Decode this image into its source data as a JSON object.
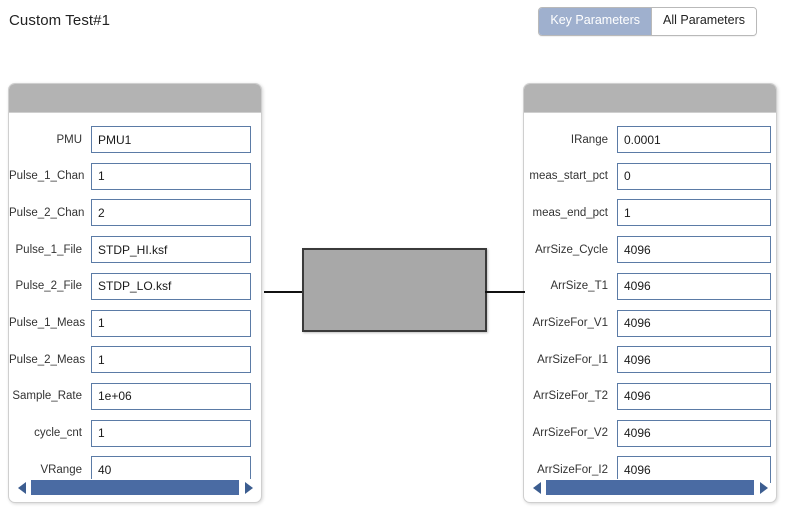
{
  "header": {
    "title": "Custom Test#1",
    "toggle": {
      "options": [
        {
          "label": "Key Parameters",
          "selected": true
        },
        {
          "label": "All Parameters",
          "selected": false
        }
      ]
    }
  },
  "left_panel": {
    "rows": [
      {
        "label": "PMU",
        "value": "PMU1"
      },
      {
        "label": "Pulse_1_Chan",
        "value": "1"
      },
      {
        "label": "Pulse_2_Chan",
        "value": "2"
      },
      {
        "label": "Pulse_1_File",
        "value": "STDP_HI.ksf"
      },
      {
        "label": "Pulse_2_File",
        "value": "STDP_LO.ksf"
      },
      {
        "label": "Pulse_1_Meas",
        "value": "1"
      },
      {
        "label": "Pulse_2_Meas",
        "value": "1"
      },
      {
        "label": "Sample_Rate",
        "value": "1e+06"
      },
      {
        "label": "cycle_cnt",
        "value": "1"
      },
      {
        "label": "VRange",
        "value": "40"
      }
    ],
    "scrollbar": {
      "left_arrow": "scroll-left-icon",
      "right_arrow": "scroll-right-icon"
    }
  },
  "right_panel": {
    "rows": [
      {
        "label": "IRange",
        "value": "0.0001"
      },
      {
        "label": "meas_start_pct",
        "value": "0"
      },
      {
        "label": "meas_end_pct",
        "value": "1"
      },
      {
        "label": "ArrSize_Cycle",
        "value": "4096"
      },
      {
        "label": "ArrSize_T1",
        "value": "4096"
      },
      {
        "label": "ArrSizeFor_V1",
        "value": "4096"
      },
      {
        "label": "ArrSizeFor_I1",
        "value": "4096"
      },
      {
        "label": "ArrSizeFor_T2",
        "value": "4096"
      },
      {
        "label": "ArrSizeFor_V2",
        "value": "4096"
      },
      {
        "label": "ArrSizeFor_I2",
        "value": "4096"
      }
    ],
    "scrollbar": {
      "left_arrow": "scroll-left-icon",
      "right_arrow": "scroll-right-icon"
    }
  },
  "diagram": {
    "block_label": "",
    "block_color": "#a8a8a8"
  },
  "colors": {
    "accent_selected": "#9fb0ce",
    "input_border": "#5b7ba6",
    "scroll_thumb": "#4a6ba3",
    "panel_header": "#b3b3b3"
  }
}
